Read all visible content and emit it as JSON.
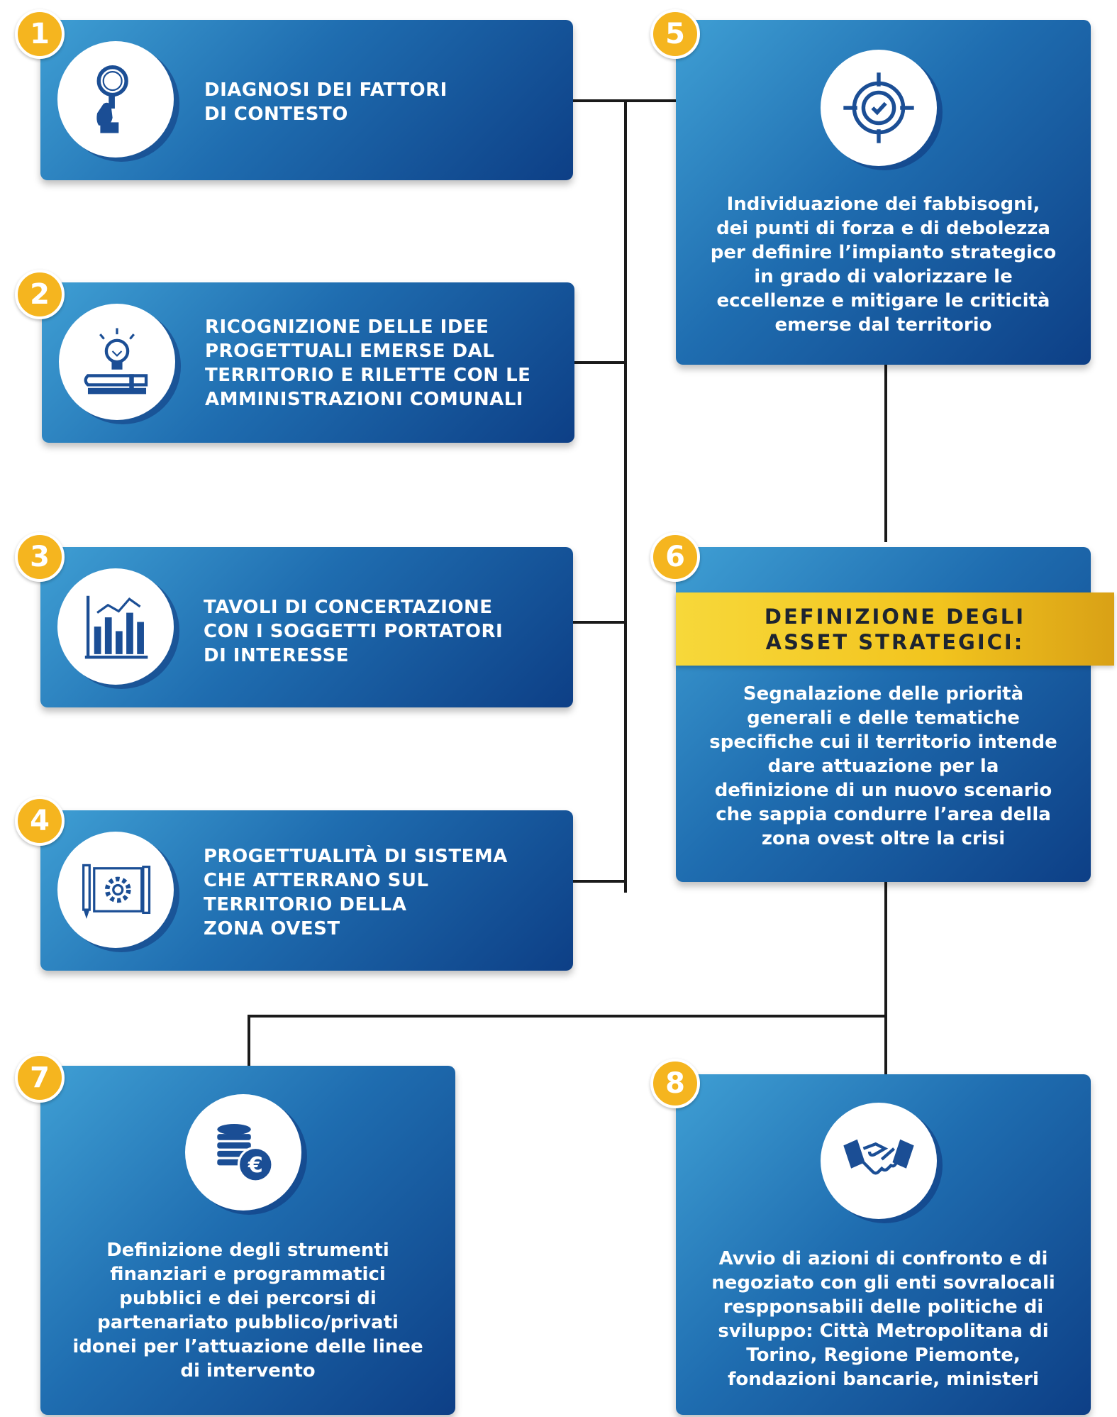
{
  "steps": [
    {
      "number": "1",
      "title": [
        "DIAGNOSI DEI FATTORI",
        "DI CONTESTO"
      ],
      "icon": "magnifier-hand-icon"
    },
    {
      "number": "2",
      "title": [
        "RICOGNIZIONE DELLE IDEE",
        "PROGETTUALI EMERSE DAL",
        "TERRITORIO E RILETTE CON LE",
        "AMMINISTRAZIONI COMUNALI"
      ],
      "icon": "lightbulb-book-icon"
    },
    {
      "number": "3",
      "title": [
        "TAVOLI DI CONCERTAZIONE",
        "CON I SOGGETTI PORTATORI",
        "DI INTERESSE"
      ],
      "icon": "bar-chart-icon"
    },
    {
      "number": "4",
      "title": [
        "PROGETTUALITÀ DI SISTEMA",
        "CHE ATTERRANO SUL",
        "TERRITORIO DELLA",
        "ZONA OVEST"
      ],
      "icon": "blueprint-gear-icon"
    },
    {
      "number": "5",
      "text": [
        "Individuazione dei fabbisogni,",
        "dei punti di forza e di debolezza",
        "per definire l’impianto strategico",
        "in grado di valorizzare le",
        "eccellenze e mitigare le criticità",
        "emerse dal territorio"
      ],
      "icon": "target-check-icon"
    },
    {
      "number": "6",
      "heading": [
        "DEFINIZIONE DEGLI",
        "ASSET STRATEGICI:"
      ],
      "text": [
        "Segnalazione delle priorità",
        "generali e delle tematiche",
        "specifiche cui il territorio intende",
        "dare attuazione per la",
        "definizione di un nuovo scenario",
        "che sappia condurre l’area della",
        "zona ovest oltre la crisi"
      ]
    },
    {
      "number": "7",
      "text": [
        "Definizione degli strumenti",
        "finanziari e programmatici",
        "pubblici e dei percorsi di",
        "partenariato pubblico/privati",
        "idonei per l’attuazione delle linee",
        "di intervento"
      ],
      "icon": "coins-euro-icon"
    },
    {
      "number": "8",
      "text": [
        "Avvio di azioni di confronto e di",
        "negoziato con gli enti sovralocali",
        "respponsabili delle politiche di",
        "sviluppo: Città Metropolitana di",
        "Torino, Regione Piemonte,",
        "fondazioni bancarie, ministeri"
      ],
      "icon": "handshake-icon"
    }
  ],
  "colors": {
    "badge": "#f5b51f",
    "card_dark": "#0d3f86",
    "card_light": "#3f9fd4",
    "gold": "#f2c41e"
  }
}
